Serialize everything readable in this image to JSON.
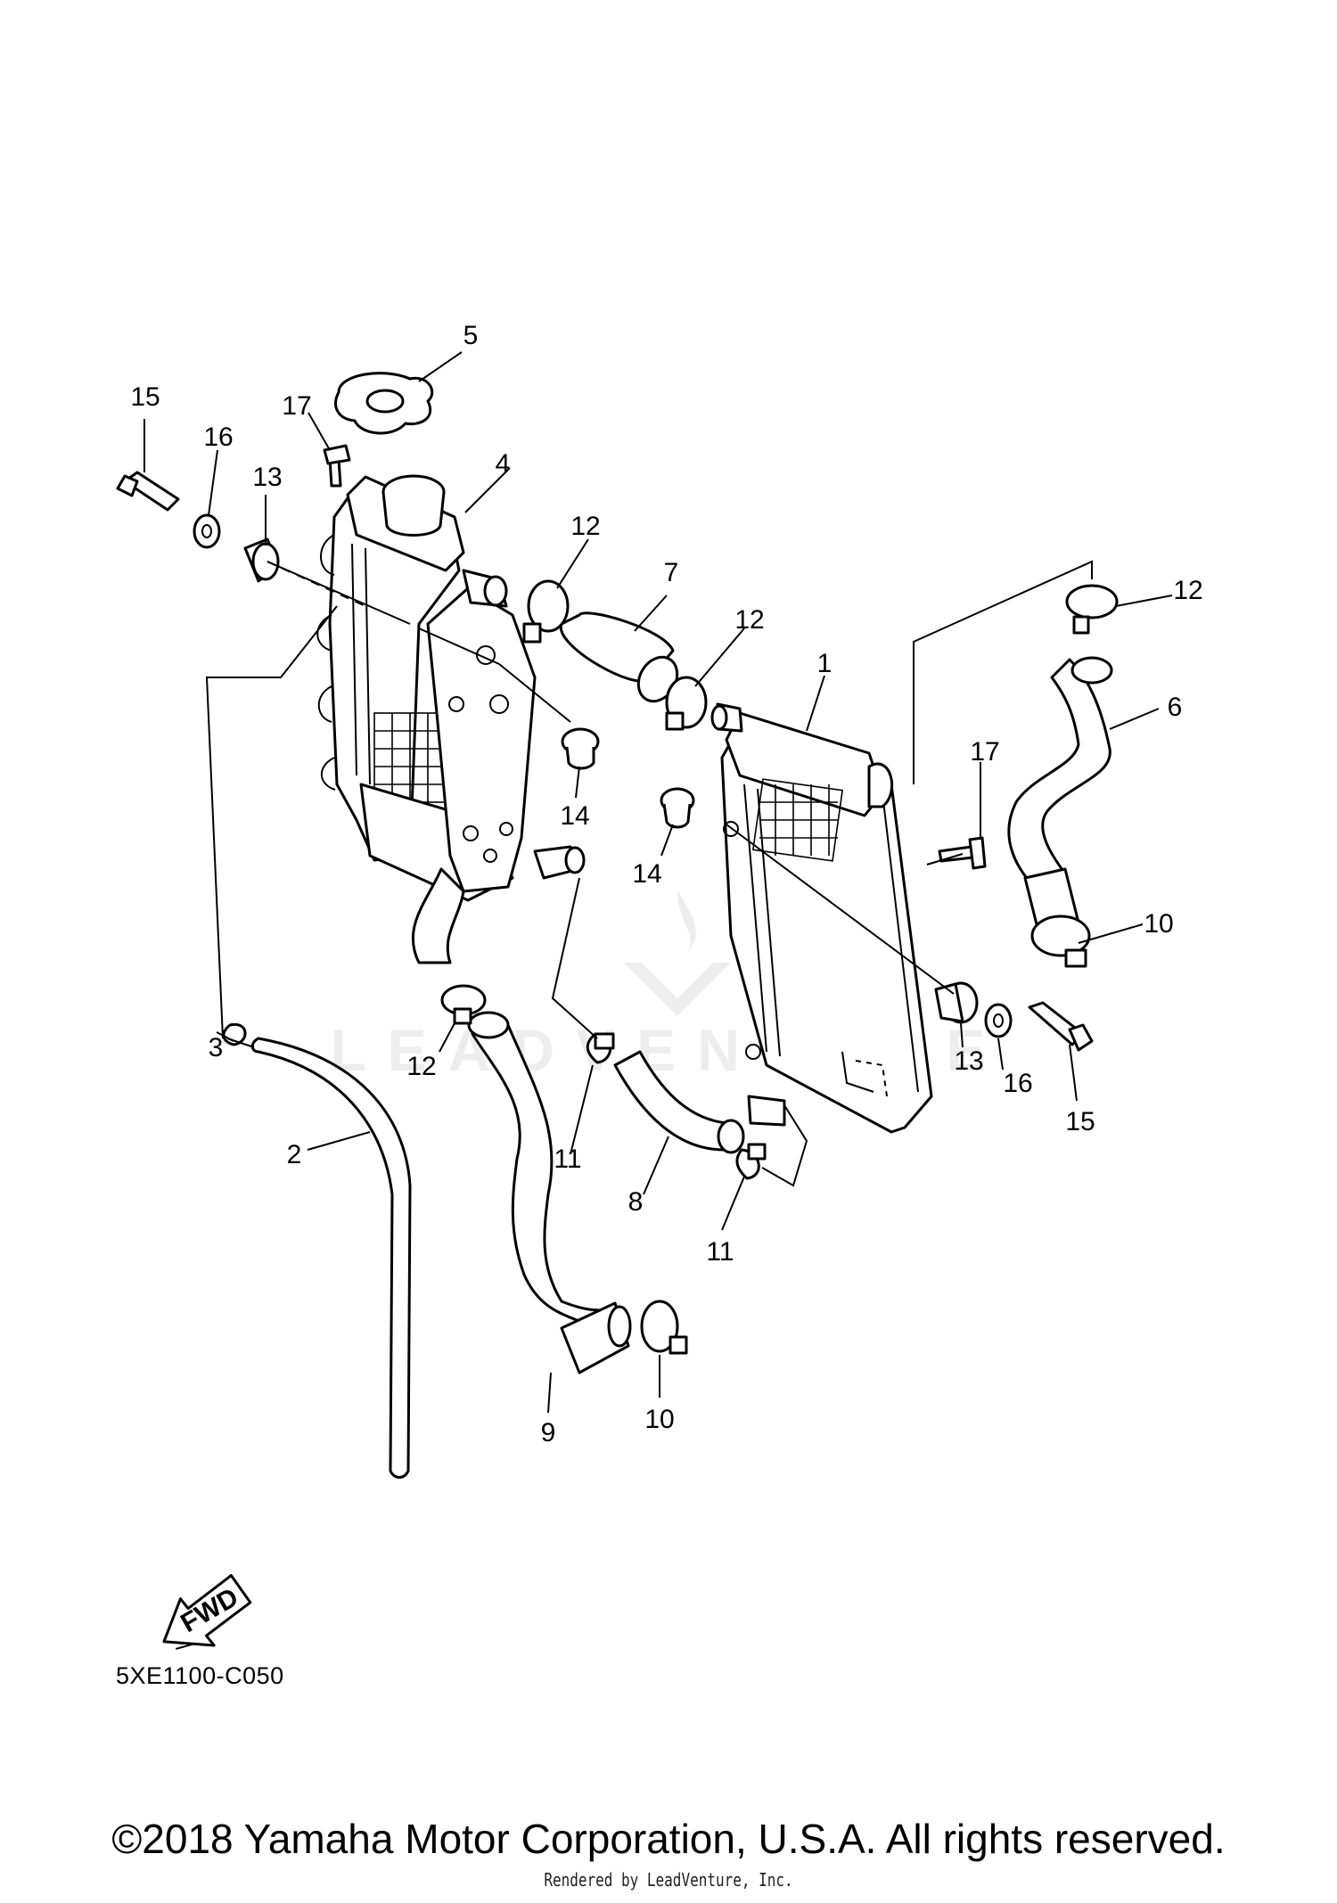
{
  "diagram": {
    "code": "5XE1100-C050",
    "fwd_label": "FWD",
    "callouts": [
      "1",
      "2",
      "3",
      "4",
      "5",
      "6",
      "7",
      "8",
      "9",
      "10",
      "11",
      "12",
      "13",
      "14",
      "15",
      "16",
      "17"
    ]
  },
  "footer": {
    "copyright": "©2018 Yamaha Motor Corporation, U.S.A. All rights reserved.",
    "rendered_by": "Rendered by LeadVenture, Inc."
  },
  "watermark": {
    "text": "LEADVENTURE"
  },
  "colors": {
    "line": "#000000",
    "background": "#ffffff"
  }
}
